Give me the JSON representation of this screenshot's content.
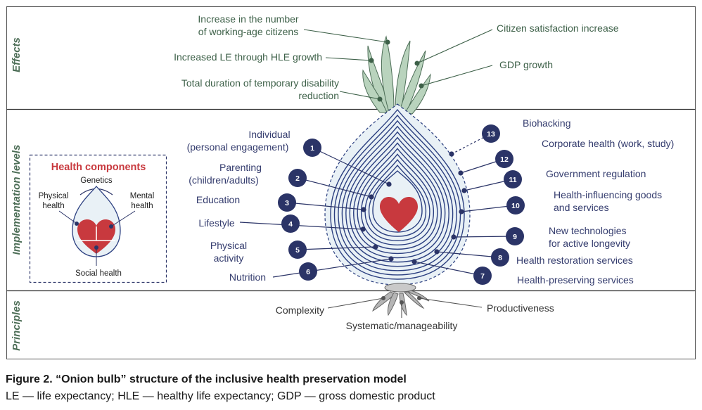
{
  "sections": {
    "effects": "Effects",
    "implementation": "Implementation levels",
    "principles": "Principles"
  },
  "effects": {
    "working_age_1": "Increase in the number",
    "working_age_2": "of working-age citizens",
    "le_hle": "Increased LE through HLE growth",
    "disability_1": "Total duration of temporary disability",
    "disability_2": "reduction",
    "satisfaction": "Citizen satisfaction increase",
    "gdp": "GDP growth"
  },
  "health_components": {
    "title": "Health components",
    "genetics": "Genetics",
    "physical_1": "Physical",
    "physical_2": "health",
    "mental_1": "Mental",
    "mental_2": "health",
    "social": "Social health"
  },
  "levels_left": [
    {
      "num": "1",
      "line1": "Individual",
      "line2": "(personal engagement)"
    },
    {
      "num": "2",
      "line1": "Parenting",
      "line2": "(children/adults)"
    },
    {
      "num": "3",
      "line1": "Education",
      "line2": ""
    },
    {
      "num": "4",
      "line1": "Lifestyle",
      "line2": ""
    },
    {
      "num": "5",
      "line1": "Physical",
      "line2": "activity"
    },
    {
      "num": "6",
      "line1": "Nutrition",
      "line2": ""
    }
  ],
  "levels_right": [
    {
      "num": "7",
      "line1": "Health-preserving services",
      "line2": ""
    },
    {
      "num": "8",
      "line1": "Health restoration services",
      "line2": ""
    },
    {
      "num": "9",
      "line1": "New technologies",
      "line2": "for active longevity"
    },
    {
      "num": "10",
      "line1": "Health-influencing goods",
      "line2": "and services"
    },
    {
      "num": "11",
      "line1": "Government regulation",
      "line2": ""
    },
    {
      "num": "12",
      "line1": "Corporate health (work, study)",
      "line2": ""
    },
    {
      "num": "13",
      "line1": "Biohacking",
      "line2": ""
    }
  ],
  "principles": {
    "complexity": "Complexity",
    "systematic": "Systematic/manageability",
    "productiveness": "Productiveness"
  },
  "caption": {
    "title": "Figure 2. “Onion bulb” structure of the inclusive health preservation model",
    "subtitle": "LE — life expectancy; HLE — healthy life expectancy; GDP — gross domestic product"
  },
  "colors": {
    "navy": "#2b3467",
    "heart": "#c8393e",
    "leaf": "#b9d3bd",
    "leaf_stroke": "#4d6e57",
    "effect_text": "#3d6048",
    "level_text": "#343c6e",
    "section_text": "#4d6e57",
    "onion_fill": "#e9f1f6",
    "ring": "#2b3f80"
  }
}
